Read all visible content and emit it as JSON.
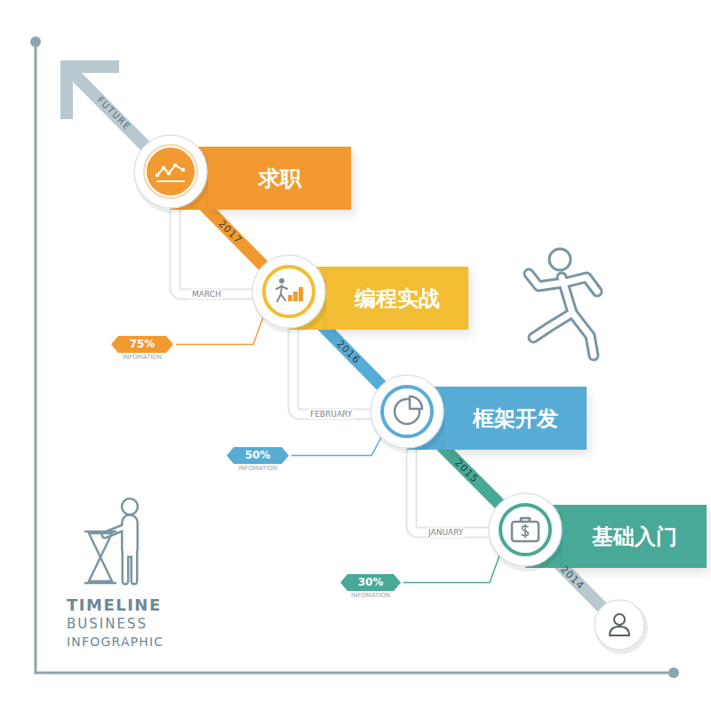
{
  "diagram": {
    "nodes": [
      {
        "text": [
          "求职"
        ]
      },
      {
        "text": [
          "编程实战"
        ]
      },
      {
        "text": [
          "75%",
          "INFOMATION"
        ]
      },
      {
        "text": [
          "框架开发"
        ]
      },
      {
        "text": [
          "50%",
          "INFOMATION"
        ]
      },
      {
        "text": [
          "基础入门"
        ]
      },
      {
        "text": [
          "30%",
          "INFOMATION"
        ]
      }
    ],
    "labels": [
      "FUTURE",
      "2017",
      "MARCH",
      "2016",
      "FEBRUARY",
      "2015",
      "JANUARY",
      "2014",
      "TIMELINE",
      "BUSINESS",
      "INFOGRAPHIC"
    ]
  }
}
